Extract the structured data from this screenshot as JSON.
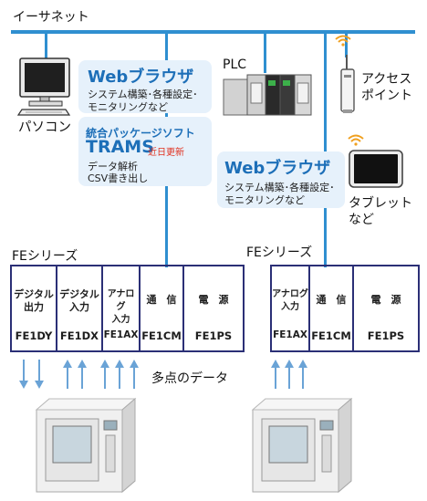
{
  "network": {
    "label": "イーサネット"
  },
  "pc": {
    "label": "パソコン"
  },
  "web_browser_pc": {
    "title": "Webブラウザ",
    "lines": [
      "システム構築･各種設定･",
      "モニタリングなど"
    ]
  },
  "trams": {
    "line1": "統合パッケージソフト",
    "name": "TRAMS",
    "badge": "近日更新",
    "lines": [
      "データ解析",
      "CSV書き出し"
    ]
  },
  "plc": {
    "label": "PLC"
  },
  "access_point": {
    "lines": [
      "アクセス",
      "ポイント"
    ]
  },
  "web_browser_tablet": {
    "title": "Webブラウザ",
    "lines": [
      "システム構築･各種設定･",
      "モニタリングなど"
    ]
  },
  "tablet": {
    "lines": [
      "タブレット",
      "など"
    ]
  },
  "fe_left": {
    "title": "FEシリーズ",
    "modules": [
      {
        "top": [
          "デジタル",
          "出力"
        ],
        "model": "FE1DY"
      },
      {
        "top": [
          "デジタル",
          "入力"
        ],
        "model": "FE1DX"
      },
      {
        "top": [
          "アナログ",
          "入力"
        ],
        "model": "FE1AX"
      },
      {
        "top": [
          "通　信"
        ],
        "model": "FE1CM"
      },
      {
        "top": [
          "電　源"
        ],
        "model": "FE1PS"
      }
    ]
  },
  "fe_right": {
    "title": "FEシリーズ",
    "modules": [
      {
        "top": [
          "アナログ",
          "入力"
        ],
        "model": "FE1AX"
      },
      {
        "top": [
          "通　信"
        ],
        "model": "FE1CM"
      },
      {
        "top": [
          "電　源"
        ],
        "model": "FE1PS"
      }
    ]
  },
  "multi_point": {
    "label": "多点のデータ"
  },
  "colors": {
    "network_line": "#2f8fd0",
    "callout_bg": "#e6f1fb",
    "title_blue": "#1d6fb8",
    "module_border": "#2b2f76",
    "arrow": "#6aa3d6",
    "badge_red": "#e0301e"
  }
}
